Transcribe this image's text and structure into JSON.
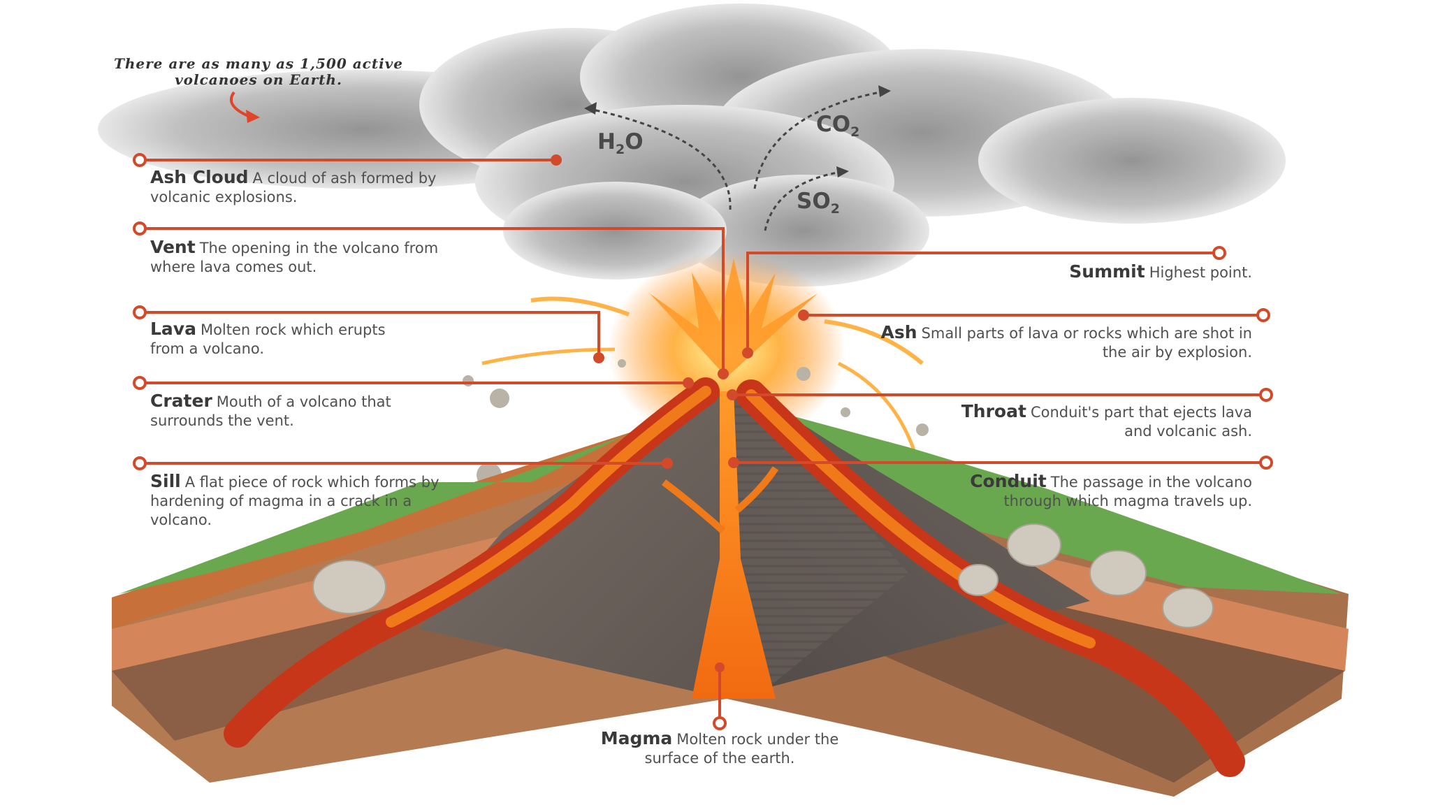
{
  "fact": "There are as many as 1,500 active volcanoes on Earth.",
  "gases": [
    {
      "base": "H",
      "sub": "2",
      "tail": "O"
    },
    {
      "base": "CO",
      "sub": "2",
      "tail": ""
    },
    {
      "base": "SO",
      "sub": "2",
      "tail": ""
    }
  ],
  "labels": {
    "ash_cloud": {
      "term": "Ash Cloud",
      "desc": "A cloud of ash formed by volcanic explosions."
    },
    "vent": {
      "term": "Vent",
      "desc": "The opening in the volcano from where lava comes out."
    },
    "lava": {
      "term": "Lava",
      "desc": "Molten rock which erupts from a volcano."
    },
    "crater": {
      "term": "Crater",
      "desc": "Mouth of a volcano that surrounds the vent."
    },
    "sill": {
      "term": "Sill",
      "desc": "A flat piece of rock which forms by hardening of magma in a crack in a volcano."
    },
    "summit": {
      "term": "Summit",
      "desc": "Highest point."
    },
    "ash": {
      "term": "Ash",
      "desc": "Small parts of lava or rocks which are shot in the air by explosion."
    },
    "throat": {
      "term": "Throat",
      "desc": "Conduit's part that ejects lava and volcanic ash."
    },
    "conduit": {
      "term": "Conduit",
      "desc": "The passage in the volcano through which magma travels up."
    },
    "magma": {
      "term": "Magma",
      "desc": "Molten rock under the surface of the earth."
    }
  },
  "colors": {
    "leader": "#d24a2a",
    "lava": "#f07a1a",
    "lava_dark": "#c8361a",
    "rock": "#8a7d74",
    "grass": "#6aa84f",
    "cloud": "#9e9e9e"
  }
}
